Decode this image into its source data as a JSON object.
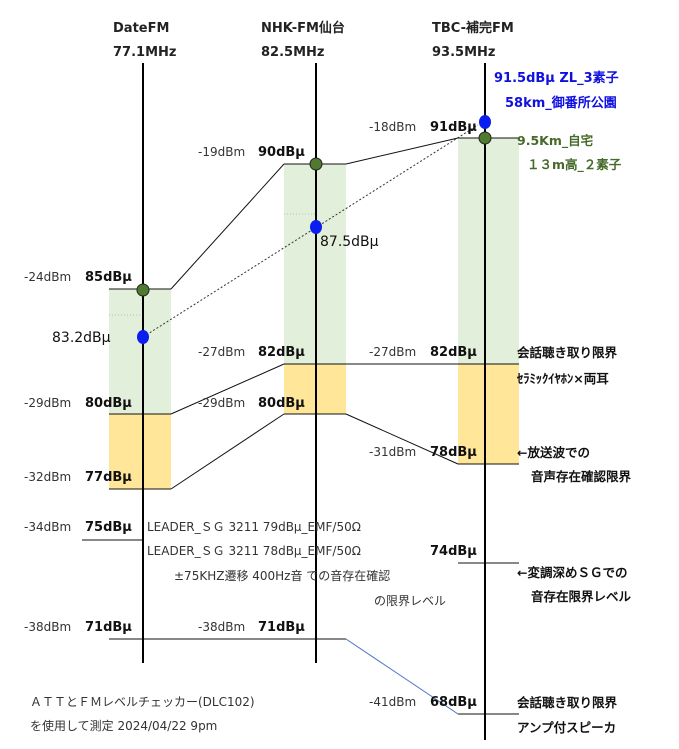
{
  "stations": [
    {
      "name": "DateFM",
      "freq": "77.1MHz"
    },
    {
      "name": "NHK-FM仙台",
      "freq": "82.5MHz"
    },
    {
      "name": "TBC-補完FM",
      "freq": "93.5MHz"
    }
  ],
  "levels": {
    "d85": {
      "dbm": "-24dBm",
      "dbu": "85dBμ"
    },
    "d80": {
      "dbm": "-29dBm",
      "dbu": "80dBμ"
    },
    "d77": {
      "dbm": "-32dBm",
      "dbu": "77dBμ"
    },
    "d75": {
      "dbm": "-34dBm",
      "dbu": "75dBμ"
    },
    "d71": {
      "dbm": "-38dBm",
      "dbu": "71dBμ"
    },
    "n90": {
      "dbm": "-19dBm",
      "dbu": "90dBμ"
    },
    "n82": {
      "dbm": "-27dBm",
      "dbu": "82dBμ"
    },
    "n80": {
      "dbm": "-29dBm",
      "dbu": "80dBμ"
    },
    "n71": {
      "dbm": "-38dBm",
      "dbu": "71dBμ"
    },
    "t91": {
      "dbm": "-18dBm",
      "dbu": "91dBμ"
    },
    "t82": {
      "dbm": "-27dBm",
      "dbu": "82dBμ"
    },
    "t78": {
      "dbm": "-31dBm",
      "dbu": "78dBμ"
    },
    "t74": {
      "dbu": "74dBμ"
    },
    "t68": {
      "dbm": "-41dBm",
      "dbu": "68dBμ"
    }
  },
  "blue_values": {
    "date": "83.2dBμ",
    "nhk": "87.5dBμ"
  },
  "zl_label": {
    "line1": "91.5dBμ   ZL_3素子",
    "line2": "58km_御番所公園"
  },
  "home_label": {
    "line1": "9.5Km_自宅",
    "line2": "１３m高_２素子"
  },
  "right_notes": {
    "earphone1": "会話聴き取り限界",
    "earphone2": "ｾﾗﾐｯｸｲﾔﾎﾝ×両耳",
    "broadcast1": "←放送波での",
    "broadcast2": "音声存在確認限界",
    "sg1": "←変調深めＳＧでの",
    "sg2": "音存在限界レベル",
    "speaker1": "会話聴き取り限界",
    "speaker2": "アンプ付スピーカ"
  },
  "sg_notes": {
    "line1": "LEADER_ＳＧ 3211  79dBμ_EMF/50Ω",
    "line2": "LEADER_ＳＧ 3211  78dBμ_EMF/50Ω",
    "line3": "±75KHZ遷移   400Hz音    での音存在確認",
    "line4": "の限界レベル"
  },
  "footer": {
    "line1": "ＡＴＴとＦＭレベルチェッカー(DLC102)",
    "line2": "を使用して測定      2024/04/22   9pm"
  },
  "colors": {
    "green_band": "#e2efda",
    "yellow_band": "#ffe699",
    "green_dot": "#4f7a2f",
    "blue_dot": "#0a1ef0",
    "blue_line": "#4a72c4"
  }
}
